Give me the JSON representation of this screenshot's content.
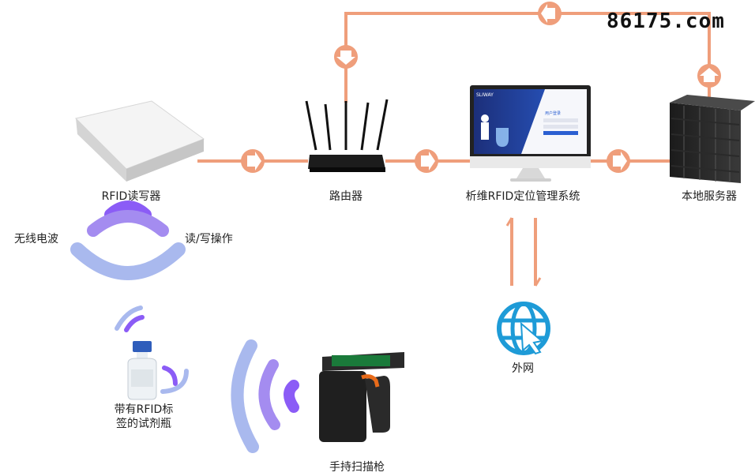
{
  "watermark": "86175.com",
  "colors": {
    "line": "#ef9e7b",
    "wave_purple": "#8b5cf6",
    "wave_blue": "#a9b9ee",
    "globe": "#1e9bd7"
  },
  "nodes": {
    "reader": "RFID读写器",
    "router": "路由器",
    "system": "析维RFID定位管理系统",
    "server": "本地服务器",
    "internet": "外网",
    "bottle_line1": "带有RFID标",
    "bottle_line2": "签的试剂瓶",
    "scanner": "手持扫描枪"
  },
  "labels": {
    "radio_wave": "无线电波",
    "read_write": "读/写操作"
  },
  "monitor_screen": {
    "brand": "SLIWAY",
    "login_title": "用户登录"
  }
}
